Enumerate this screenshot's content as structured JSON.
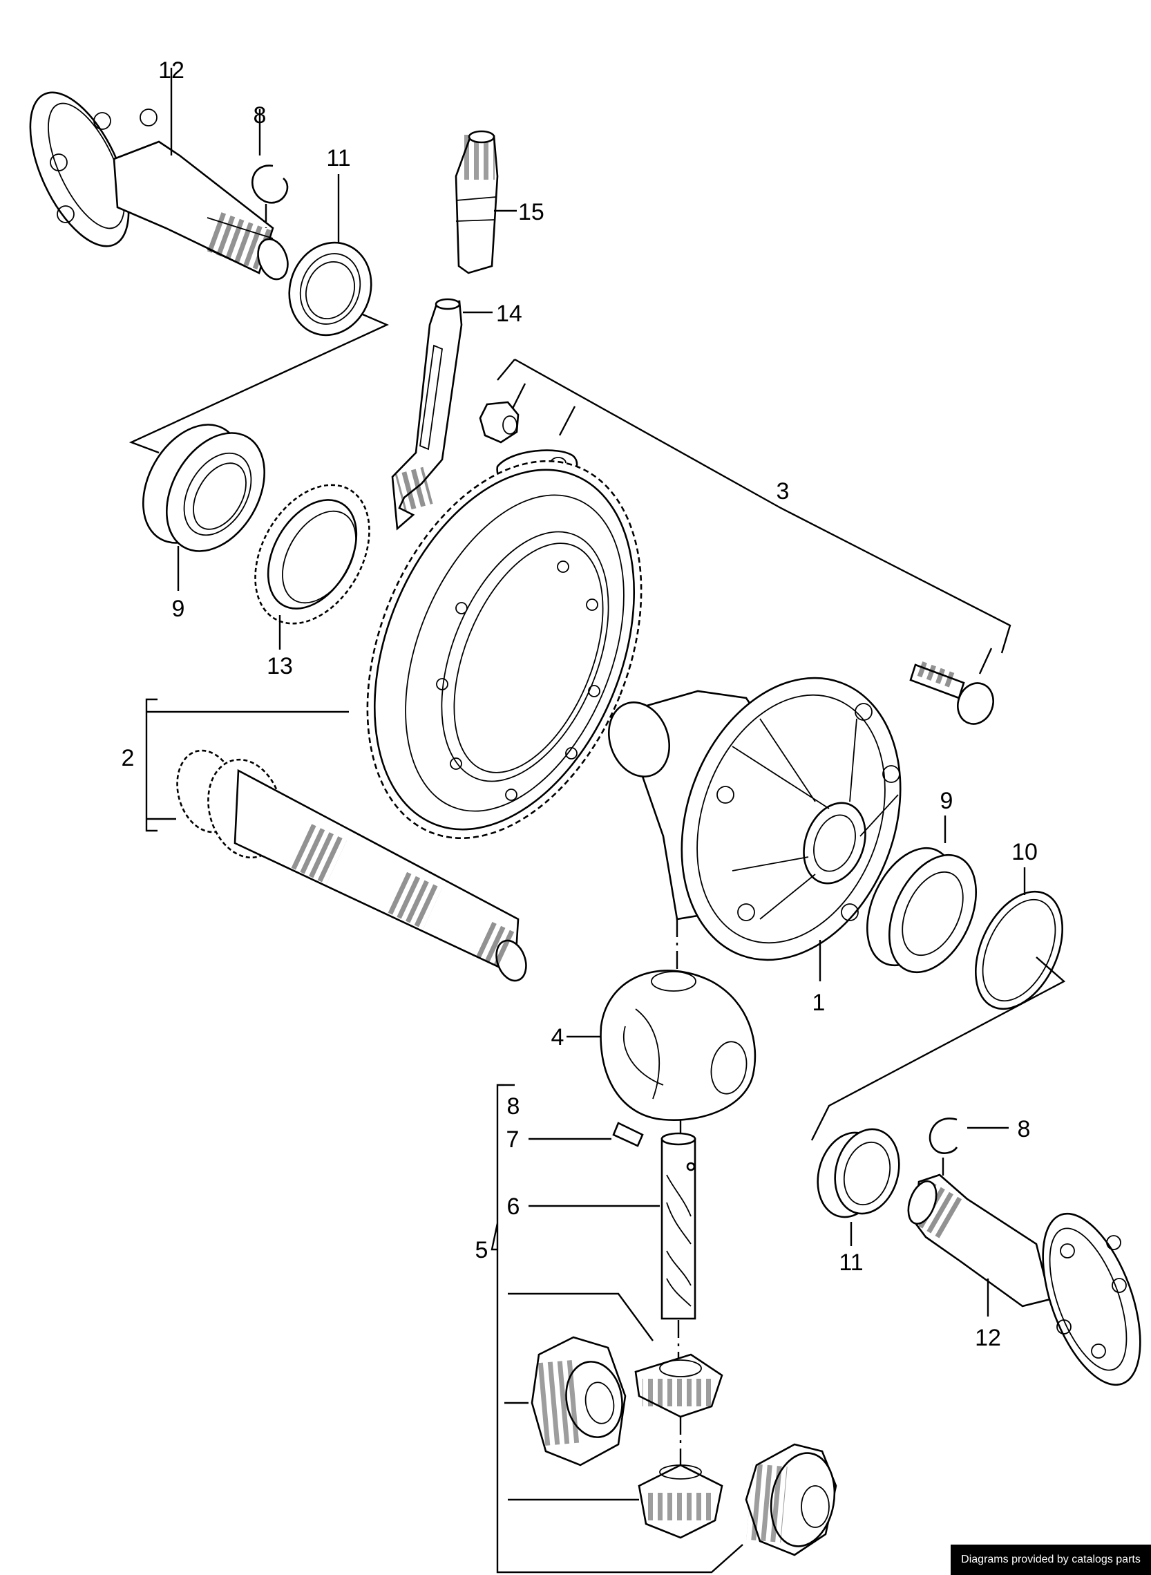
{
  "callouts": {
    "c1": "1",
    "c2": "2",
    "c3": "3",
    "c4": "4",
    "c5": "5",
    "c6": "6",
    "c7": "7",
    "c8a": "8",
    "c8b": "8",
    "c8c": "8",
    "c9a": "9",
    "c9b": "9",
    "c10": "10",
    "c11a": "11",
    "c11b": "11",
    "c12a": "12",
    "c12b": "12",
    "c13": "13",
    "c14": "14",
    "c15": "15"
  },
  "credit": "Diagrams provided by catalogs parts"
}
